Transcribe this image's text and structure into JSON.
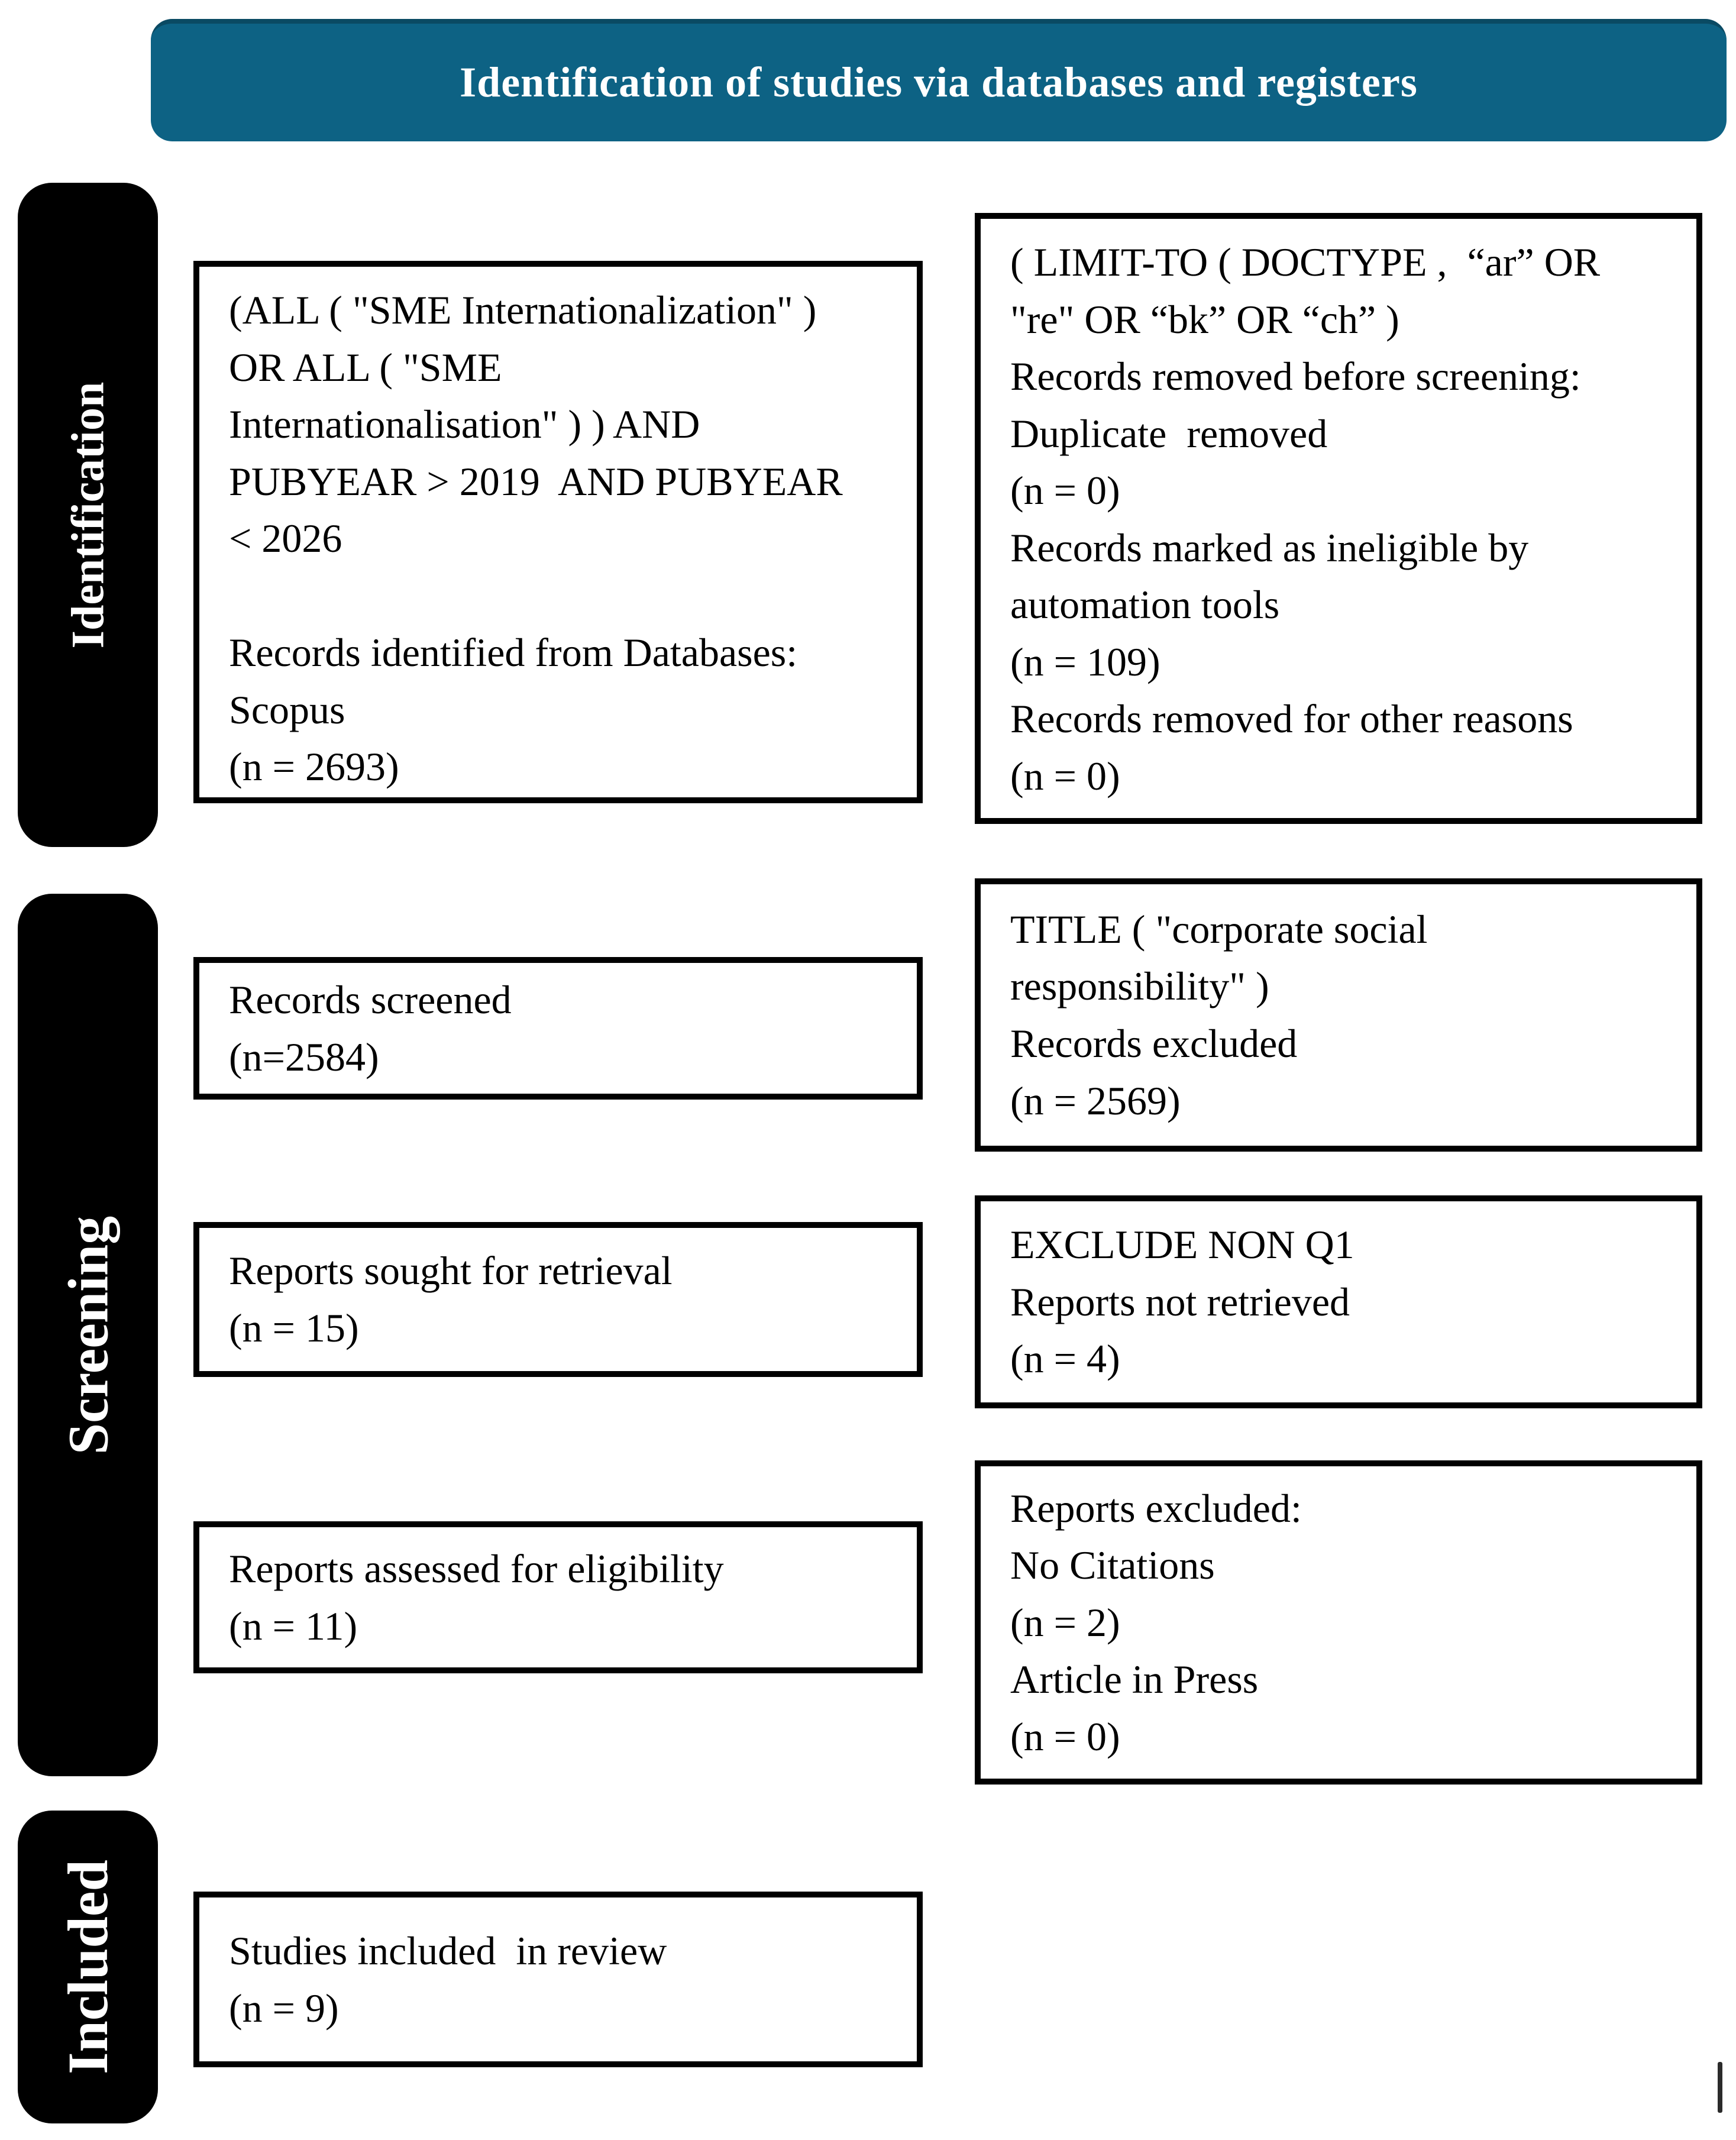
{
  "header": {
    "title": "Identification of studies via databases and registers",
    "bg_color": "#0d6284",
    "text_color": "#ffffff"
  },
  "stages": {
    "identification": {
      "label": "Identification"
    },
    "screening": {
      "label": "Screening"
    },
    "included": {
      "label": "Included"
    }
  },
  "boxes": {
    "records_identified": {
      "text": "(ALL ( \"SME Internationalization\" )\nOR ALL ( \"SME\nInternationalisation\" ) ) AND\nPUBYEAR > 2019  AND PUBYEAR\n< 2026\n\nRecords identified from Databases:\nScopus\n(n = 2693)"
    },
    "records_removed": {
      "text": "( LIMIT-TO ( DOCTYPE ,  “ar” OR\n\"re\" OR “bk” OR “ch” )\nRecords removed before screening:\nDuplicate  removed\n(n = 0)\nRecords marked as ineligible by\nautomation tools\n(n = 109)\nRecords removed for other reasons\n(n = 0)"
    },
    "records_screened": {
      "text": "Records screened\n(n=2584)"
    },
    "records_excluded": {
      "text": "TITLE ( \"corporate social\nresponsibility\" )\nRecords excluded\n(n = 2569)"
    },
    "reports_sought": {
      "text": "Reports sought for retrieval\n(n = 15)"
    },
    "reports_not_retrieved": {
      "text": "EXCLUDE NON Q1\nReports not retrieved\n(n = 4)"
    },
    "reports_assessed": {
      "text": "Reports assessed for eligibility\n(n = 11)"
    },
    "reports_excluded": {
      "text": "Reports excluded:\nNo Citations\n(n = 2)\nArticle in Press\n(n = 0)"
    },
    "studies_included": {
      "text": "Studies included  in review\n(n = 9)"
    }
  },
  "colors": {
    "stage_bar_bg": "#000000",
    "stage_bar_text": "#ffffff",
    "box_border": "#000000",
    "box_text": "#000000",
    "page_bg": "#ffffff"
  }
}
